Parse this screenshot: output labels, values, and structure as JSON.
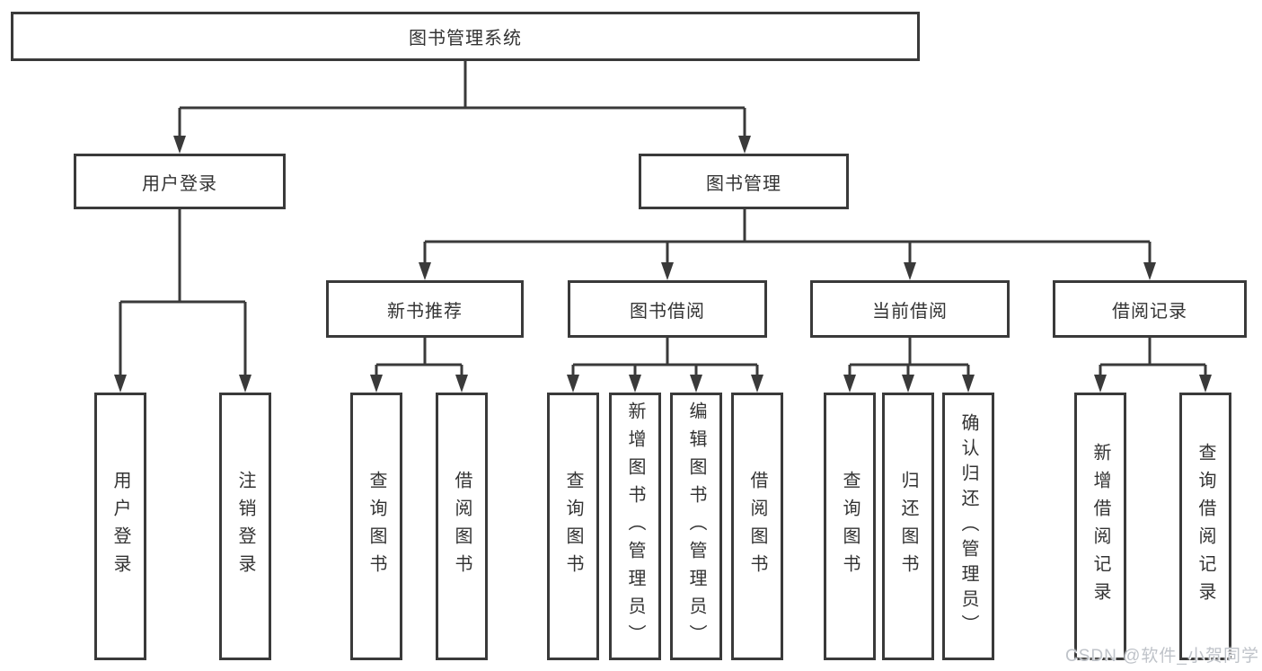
{
  "nodes": {
    "root": "图书管理系统",
    "user_login": "用户登录",
    "book_management": "图书管理",
    "new_book_recommend": "新书推荐",
    "book_borrow": "图书借阅",
    "current_borrow": "当前借阅",
    "borrow_record": "借阅记录",
    "leaf_user_login": "用户登录",
    "leaf_logout": "注销登录",
    "leaf_nb_query_book": "查询图书",
    "leaf_nb_borrow_book": "借阅图书",
    "leaf_bb_query_book": "查询图书",
    "leaf_bb_add_book": "新增图书（管理员）",
    "leaf_bb_edit_book": "编辑图书（管理员）",
    "leaf_bb_borrow_book": "借阅图书",
    "leaf_cb_query_book": "查询图书",
    "leaf_cb_return_book": "归还图书",
    "leaf_cb_confirm_return": "确认归还（管理员）",
    "leaf_br_add_record": "新增借阅记录",
    "leaf_br_query_record": "查询借阅记录"
  },
  "watermark": "CSDN @软件_小贺同学",
  "colors": {
    "line": "#3a3a3a",
    "text": "#333333",
    "watermark": "#bfc3c9",
    "background": "#ffffff"
  }
}
